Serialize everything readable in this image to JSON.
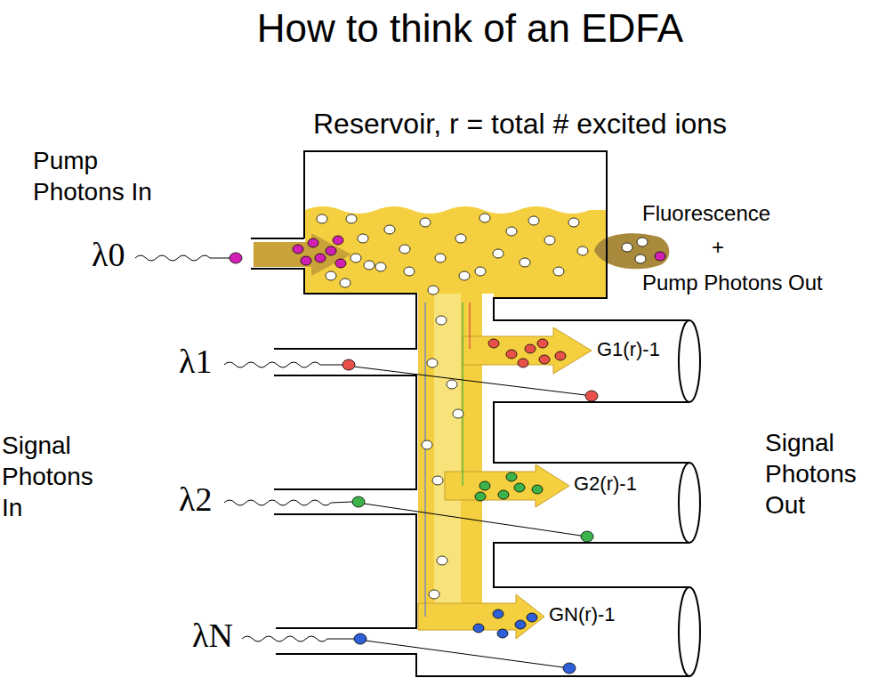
{
  "diagram": {
    "title": "How to think of an EDFA",
    "nodes": [
      {
        "text": [
          "Reservoir, r = total # excited ions"
        ]
      }
    ],
    "labels": [
      "Pump Photons In",
      "λ0",
      "Fluorescence",
      "+",
      "Pump Photons Out",
      "λ1",
      "G1(r)-1",
      "Signal Photons In",
      "λ2",
      "G2(r)-1",
      "Signal Photons Out",
      "λN",
      "GN(r)-1"
    ]
  }
}
